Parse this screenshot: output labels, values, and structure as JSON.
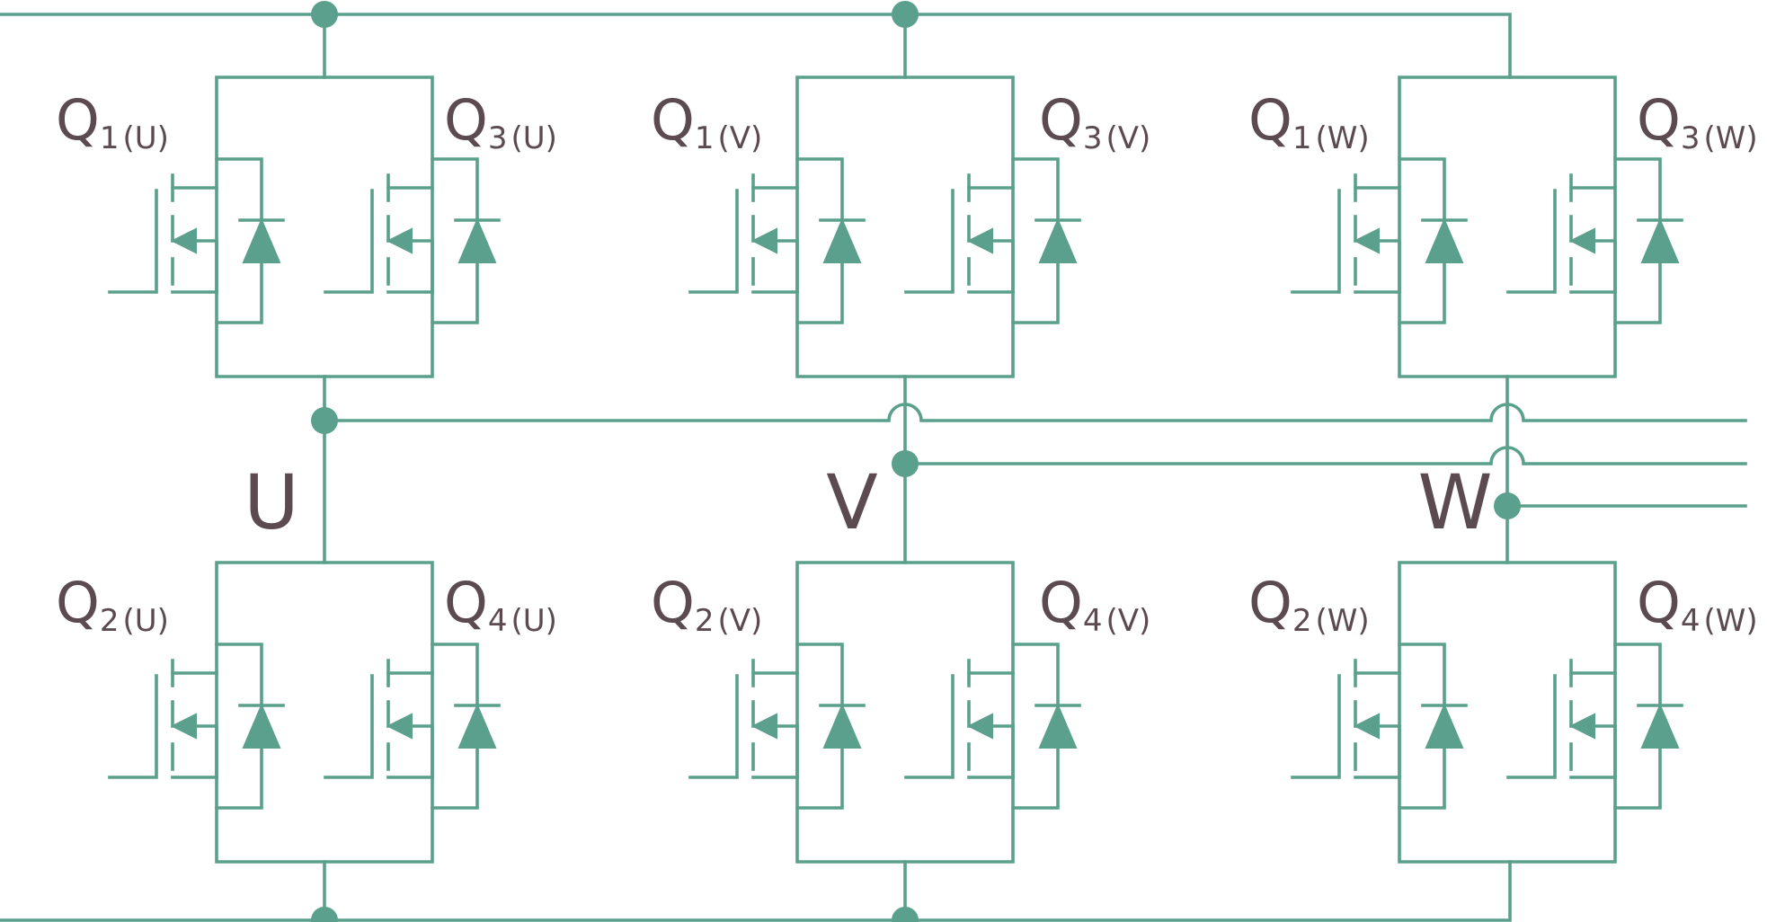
{
  "colors": {
    "wire": "#5aa08c",
    "text": "#5b4a50",
    "background": "#ffffff"
  },
  "phases": [
    {
      "id": "U",
      "label": "U",
      "switches": [
        {
          "main": "Q",
          "sub": "1",
          "phase": "(U)",
          "position": "top-left"
        },
        {
          "main": "Q",
          "sub": "3",
          "phase": "(U)",
          "position": "top-right"
        },
        {
          "main": "Q",
          "sub": "2",
          "phase": "(U)",
          "position": "bottom-left"
        },
        {
          "main": "Q",
          "sub": "4",
          "phase": "(U)",
          "position": "bottom-right"
        }
      ]
    },
    {
      "id": "V",
      "label": "V",
      "switches": [
        {
          "main": "Q",
          "sub": "1",
          "phase": "(V)",
          "position": "top-left"
        },
        {
          "main": "Q",
          "sub": "3",
          "phase": "(V)",
          "position": "top-right"
        },
        {
          "main": "Q",
          "sub": "2",
          "phase": "(V)",
          "position": "bottom-left"
        },
        {
          "main": "Q",
          "sub": "4",
          "phase": "(V)",
          "position": "bottom-right"
        }
      ]
    },
    {
      "id": "W",
      "label": "W",
      "switches": [
        {
          "main": "Q",
          "sub": "1",
          "phase": "(W)",
          "position": "top-left"
        },
        {
          "main": "Q",
          "sub": "3",
          "phase": "(W)",
          "position": "top-right"
        },
        {
          "main": "Q",
          "sub": "2",
          "phase": "(W)",
          "position": "bottom-left"
        },
        {
          "main": "Q",
          "sub": "4",
          "phase": "(W)",
          "position": "bottom-right"
        }
      ]
    }
  ]
}
